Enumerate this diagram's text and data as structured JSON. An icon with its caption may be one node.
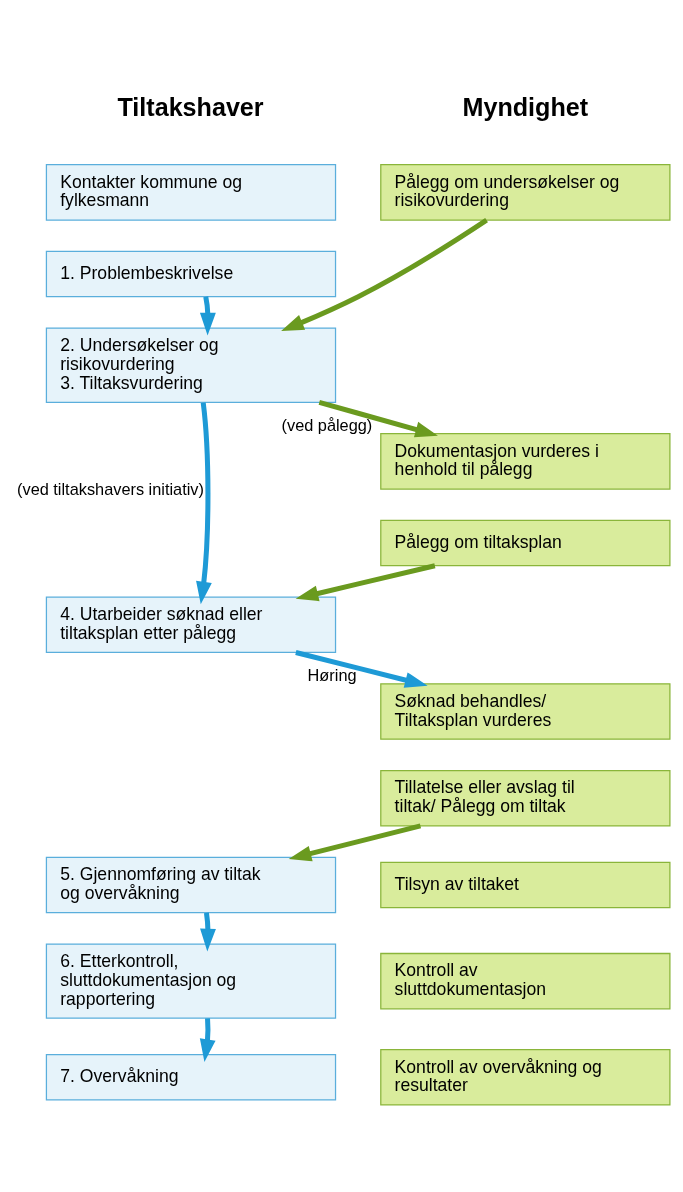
{
  "diagram": {
    "nodes": [
      {
        "text": [
          "Kontakter kommune og fylkesmann"
        ]
      },
      {
        "text": [
          "Pålegg om undersøkelser og risikovurdering"
        ]
      },
      {
        "text": [
          "1. Problembeskrivelse"
        ]
      },
      {
        "text": [
          "2. Undersøkelser og risikovurdering",
          "3. Tiltaksvurdering"
        ]
      },
      {
        "text": [
          "Dokumentasjon vurderes i henhold til pålegg"
        ]
      },
      {
        "text": [
          "Pålegg om tiltaksplan"
        ]
      },
      {
        "text": [
          "4. Utarbeider søknad eller tiltaksplan etter pålegg"
        ]
      },
      {
        "text": [
          "Søknad behandles/ Tiltaksplan vurderes"
        ]
      },
      {
        "text": [
          "Tillatelse eller avslag til tiltak/ Pålegg om tiltak"
        ]
      },
      {
        "text": [
          "5. Gjennomføring av tiltak og overvåkning"
        ]
      },
      {
        "text": [
          "Tilsyn av tiltaket"
        ]
      },
      {
        "text": [
          "6. Etterkontroll, sluttdokumentasjon og rapportering"
        ]
      },
      {
        "text": [
          "Kontroll av sluttdokumentasjon"
        ]
      },
      {
        "text": [
          "7. Overvåkning"
        ]
      },
      {
        "text": [
          "Kontroll av overvåkning og resultater"
        ]
      }
    ],
    "edges": [
      {
        "from": 2,
        "to": 3,
        "arrow": "to"
      },
      {
        "from": 1,
        "to": 3,
        "arrow": "to",
        "color": "#6a9a1f"
      },
      {
        "from": 3,
        "to": 4,
        "arrow": "to",
        "label": "(ved pålegg)",
        "color": "#6a9a1f"
      },
      {
        "from": 3,
        "to": 6,
        "arrow": "to",
        "label": "(ved tiltakshavers initiativ)"
      },
      {
        "from": 5,
        "to": 6,
        "arrow": "to",
        "color": "#6a9a1f"
      },
      {
        "from": 6,
        "to": 7,
        "arrow": "to",
        "label": "Høring"
      },
      {
        "from": 8,
        "to": 9,
        "arrow": "to",
        "color": "#6a9a1f"
      },
      {
        "from": 9,
        "to": 11,
        "arrow": "to"
      },
      {
        "from": 11,
        "to": 13,
        "arrow": "to"
      }
    ],
    "labels": [
      "Tiltakshaver",
      "Myndighet"
    ]
  }
}
